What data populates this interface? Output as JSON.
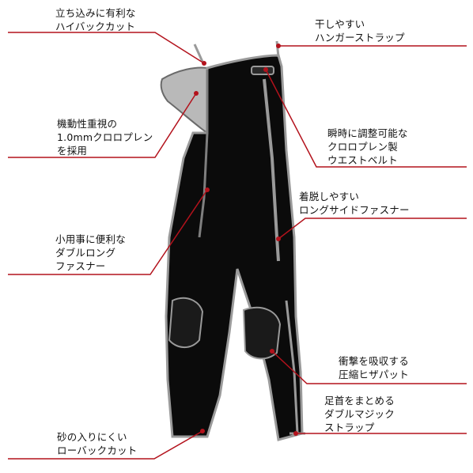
{
  "colors": {
    "accent_line": "#b3121c",
    "garment_body": "#0b0b0b",
    "garment_outline": "#9a9a9a",
    "lining": "#b9b9b9"
  },
  "annotations": [
    {
      "id": "high-back-cut",
      "text": "立ち込みに有利な\nハイバックカット"
    },
    {
      "id": "hanger-strap",
      "text": "干しやすい\nハンガーストラップ"
    },
    {
      "id": "neoprene-1mm",
      "text": "機動性重視の\n1.0mmクロロプレン\nを採用"
    },
    {
      "id": "waist-belt",
      "text": "瞬時に調整可能な\nクロロプレン製\nウエストベルト"
    },
    {
      "id": "side-zipper",
      "text": "着脱しやすい\nロングサイドファスナー"
    },
    {
      "id": "double-long-zipper",
      "text": "小用事に便利な\nダブルロング\nファスナー"
    },
    {
      "id": "knee-pad",
      "text": "衝撃を吸収する\n圧縮ヒザパット"
    },
    {
      "id": "ankle-strap",
      "text": "足首をまとめる\nダブルマジック\nストラップ"
    },
    {
      "id": "low-back-cut",
      "text": "砂の入りにくい\nローバックカット"
    }
  ]
}
